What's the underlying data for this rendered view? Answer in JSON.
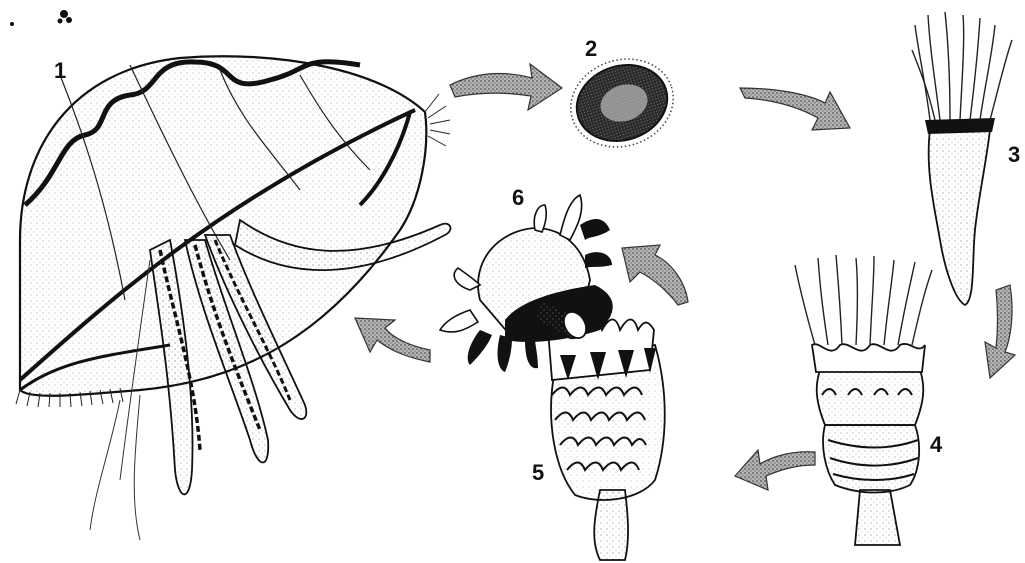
{
  "diagram": {
    "stages": [
      {
        "number": "1",
        "icon": "medusa-jellyfish-icon"
      },
      {
        "number": "2",
        "icon": "planula-larva-icon"
      },
      {
        "number": "3",
        "icon": "scyphistoma-polyp-icon"
      },
      {
        "number": "4",
        "icon": "strobila-early-icon"
      },
      {
        "number": "5",
        "icon": "strobila-late-icon"
      },
      {
        "number": "6",
        "icon": "ephyra-icon"
      }
    ],
    "arrow_icon": "cycle-arrow-icon",
    "colors": {
      "ink": "#111111",
      "shade": "#555555",
      "arrow_fill": "#9a9a9a",
      "paper": "#ffffff"
    }
  }
}
